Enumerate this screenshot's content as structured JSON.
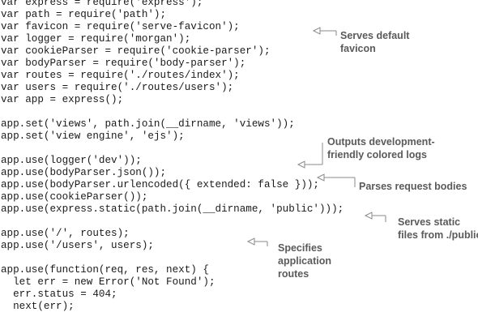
{
  "code_lines": [
    "var express = require('express');",
    "var path = require('path');",
    "var favicon = require('serve-favicon');",
    "var logger = require('morgan');",
    "var cookieParser = require('cookie-parser');",
    "var bodyParser = require('body-parser');",
    "var routes = require('./routes/index');",
    "var users = require('./routes/users');",
    "var app = express();",
    "",
    "app.set('views', path.join(__dirname, 'views'));",
    "app.set('view engine', 'ejs');",
    "",
    "app.use(logger('dev'));",
    "app.use(bodyParser.json());",
    "app.use(bodyParser.urlencoded({ extended: false }));",
    "app.use(cookieParser());",
    "app.use(express.static(path.join(__dirname, 'public')));",
    "",
    "app.use('/', routes);",
    "app.use('/users', users);",
    "",
    "app.use(function(req, res, next) {",
    "  let err = new Error('Not Found');",
    "  err.status = 404;",
    "  next(err);"
  ],
  "annotations": [
    {
      "id": "favicon",
      "text": "Serves default\nfavicon",
      "target_line": 2
    },
    {
      "id": "logger",
      "text": "Outputs development-\nfriendly colored logs",
      "target_line": 13
    },
    {
      "id": "bodyparser",
      "text": "Parses request bodies",
      "target_line": 14
    },
    {
      "id": "static",
      "text": "Serves static\nfiles from ./public",
      "target_line": 17
    },
    {
      "id": "routes",
      "text": "Specifies\napplication\nroutes",
      "target_line": 20
    }
  ]
}
